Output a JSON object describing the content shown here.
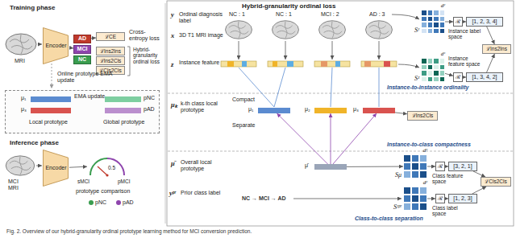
{
  "diagram": {
    "caption": "Fig. 2. Overview of our hybrid-granularity ordinal prototype learning method for MCI conversion prediction.",
    "nodes": [
      {
        "text": [
          "Encoder"
        ]
      },
      {
        "text": [
          "AD"
        ]
      },
      {
        "text": [
          "MCI"
        ]
      },
      {
        "text": [
          "NC"
        ]
      },
      {
        "text": [
          "ℒCE"
        ]
      },
      {
        "text": [
          "ℒIns2Ins"
        ]
      },
      {
        "text": [
          "ℒIns2Cls"
        ]
      },
      {
        "text": [
          "ℒCls2Cls"
        ]
      },
      {
        "text": [
          "Online prototype EMA update"
        ]
      },
      {
        "text": [
          "μ₁"
        ],
        "in": 8
      },
      {
        "text": [
          "μ₃"
        ],
        "in": 8
      },
      {
        "text": [
          "pNC"
        ],
        "in": 8
      },
      {
        "text": [
          "pAD"
        ],
        "in": 8
      },
      {
        "text": [
          "Encoder"
        ]
      },
      {
        "text": [
          "0.5"
        ]
      },
      {
        "text": [
          "μ₁"
        ]
      },
      {
        "text": [
          "μ₂"
        ]
      },
      {
        "text": [
          "μ₃"
        ]
      },
      {
        "text": [
          "μ̄"
        ]
      },
      {
        "text": [
          "Sʸ",
          "dʸ"
        ]
      },
      {
        "text": [
          "ℛ"
        ]
      },
      {
        "text": [
          "[1, 2, 3, 4]"
        ]
      },
      {
        "text": [
          "Sᶻ",
          "dᶻ"
        ]
      },
      {
        "text": [
          "ℛ"
        ]
      },
      {
        "text": [
          "[1, 3, 4, 2]"
        ]
      },
      {
        "text": [
          "ℒIns2Ins"
        ]
      },
      {
        "text": [
          "ℒIns2Cls"
        ]
      },
      {
        "text": [
          "Sμ",
          "dᶻ"
        ]
      },
      {
        "text": [
          "ℛ"
        ]
      },
      {
        "text": [
          "[3, 2, 1]"
        ]
      },
      {
        "text": [
          "Sʸᵖʳ",
          "dʸ"
        ]
      },
      {
        "text": [
          "ℛ"
        ]
      },
      {
        "text": [
          "[1, 2, 3]"
        ]
      },
      {
        "text": [
          "ℒCls2Cls"
        ]
      }
    ],
    "edges": [
      {
        "from": 0,
        "to": 2,
        "arrow": "to"
      },
      {
        "from": 1,
        "to": 4,
        "arrow": "to"
      },
      {
        "from": 13,
        "to": 14,
        "arrow": "to"
      },
      {
        "from": 19,
        "to": 20,
        "arrow": "to"
      },
      {
        "from": 20,
        "to": 21,
        "arrow": "to"
      },
      {
        "from": 21,
        "to": 25,
        "arrow": "to"
      },
      {
        "from": 22,
        "to": 23,
        "arrow": "to"
      },
      {
        "from": 23,
        "to": 24,
        "arrow": "to"
      },
      {
        "from": 24,
        "to": 25,
        "arrow": "to"
      },
      {
        "from": 17,
        "to": 26,
        "arrow": "to"
      },
      {
        "from": 18,
        "to": 15,
        "arrow": "to"
      },
      {
        "from": 18,
        "to": 16,
        "arrow": "to"
      },
      {
        "from": 18,
        "to": 17,
        "arrow": "to"
      },
      {
        "from": 18,
        "to": 27,
        "arrow": "to"
      },
      {
        "from": 27,
        "to": 28,
        "arrow": "to"
      },
      {
        "from": 28,
        "to": 29,
        "arrow": "to"
      },
      {
        "from": 29,
        "to": 33,
        "arrow": "to"
      },
      {
        "from": 30,
        "to": 31,
        "arrow": "to"
      },
      {
        "from": 31,
        "to": 32,
        "arrow": "to"
      },
      {
        "from": 32,
        "to": 33,
        "arrow": "to"
      }
    ],
    "labels": [
      "Training phase",
      "MRI",
      "Cross-entropy loss",
      "Hybrid-granularity ordinal loss",
      "Local prototype",
      "EMA update",
      "Global prototype",
      "Inference phase",
      "MCI MRI",
      "sMCI",
      "pMCI",
      "prototype comparison",
      "pNC",
      "pAD",
      "Hybrid-granularity ordinal loss",
      "y",
      "Ordinal diagnosis label",
      "x",
      "3D T1 MRI image",
      "z",
      "Instance feature",
      "NC : 1",
      "NC : 1",
      "MCI : 2",
      "AD : 3",
      "Instance label space",
      "Instance feature space",
      "Instance-to-instance ordinality",
      "μₖ",
      "k-th class local prototype",
      "Compact",
      "Separate",
      "Instance-to-class compactness",
      "μ̄",
      "Overall local prototype",
      "yᵖʳ",
      "Prior class label",
      "NC → MCI → AD",
      "Class feature space",
      "Class label space",
      "Class-to-class separation"
    ]
  }
}
